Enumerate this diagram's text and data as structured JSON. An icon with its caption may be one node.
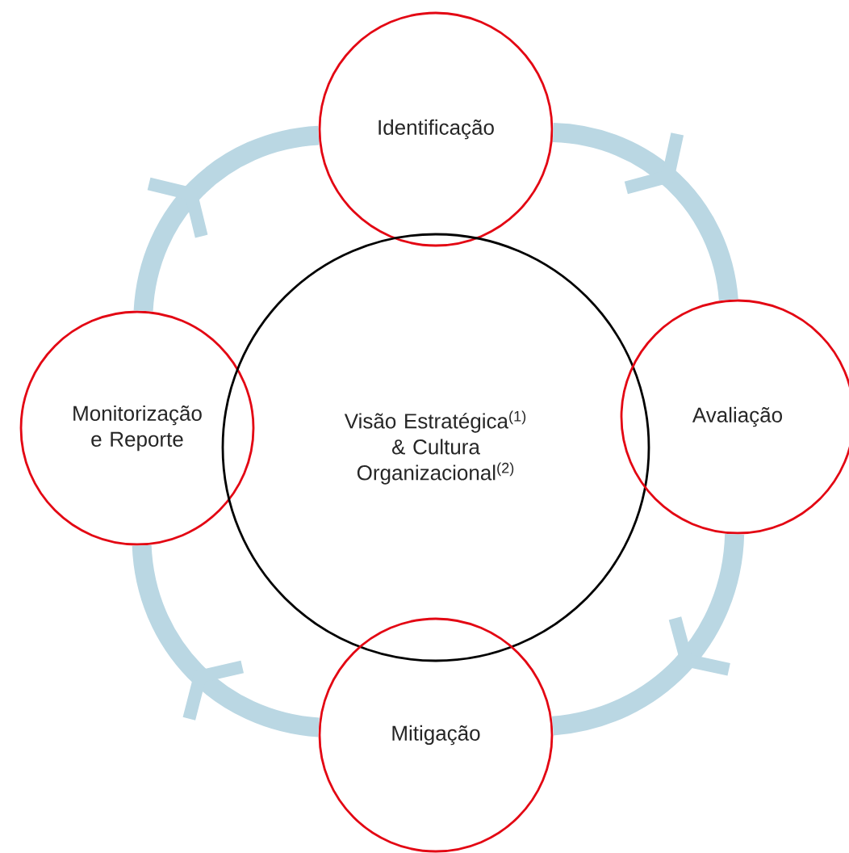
{
  "diagram": {
    "nodes": [
      {
        "text": [
          "Identificação"
        ]
      },
      {
        "text": [
          "Monitorização e Reporte"
        ]
      },
      {
        "text": [
          "Visão Estratégica$^{(1)}$ & Cultura Organizacional$^{(2)}$"
        ]
      },
      {
        "text": [
          "Avaliação"
        ]
      },
      {
        "text": [
          "Mitigação"
        ]
      }
    ],
    "edges": [
      {
        "from": 0,
        "to": 3,
        "arrow": "to"
      },
      {
        "from": 3,
        "to": 4,
        "arrow": "to"
      },
      {
        "from": 4,
        "to": 1,
        "arrow": "to"
      },
      {
        "from": 1,
        "to": 0,
        "arrow": "to"
      }
    ]
  }
}
